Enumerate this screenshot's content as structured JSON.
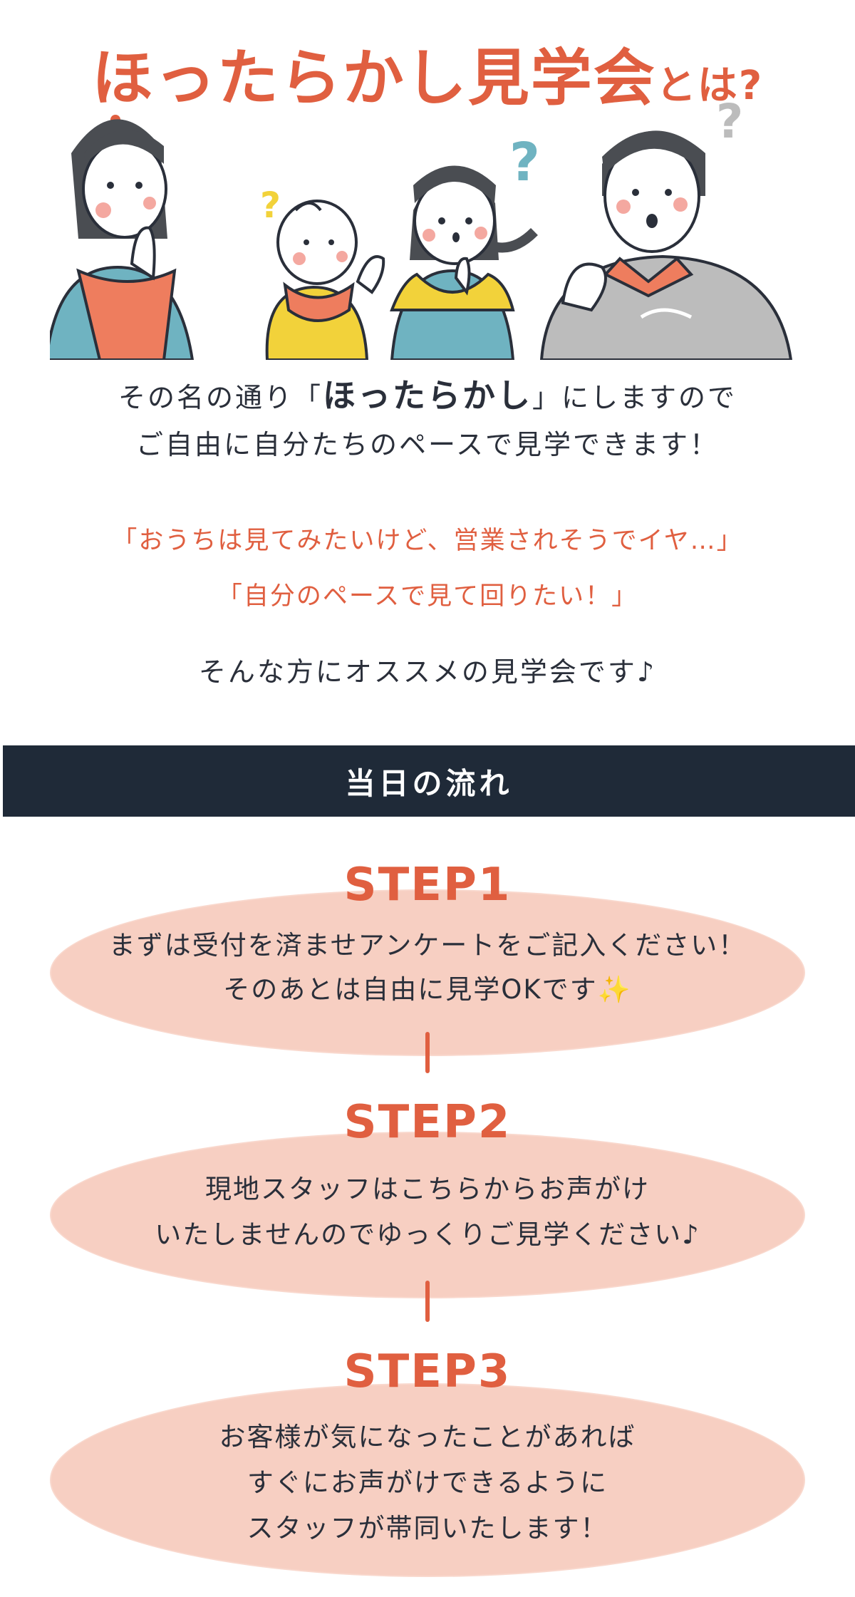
{
  "header": {
    "title_main": "ほったらかし見学会",
    "title_tail": "とは?"
  },
  "intro": {
    "line1_prefix": "その名の通り「",
    "line1_emphasis": "ほったらかし",
    "line1_suffix": "」にしますので",
    "line2": "ご自由に自分たちのペースで見学できます！",
    "quote1": "「おうちは見てみたいけど、営業されそうでイヤ…」",
    "quote2": "「自分のペースで見て回りたい！」",
    "closing": "そんな方にオススメの見学会です♪"
  },
  "flow": {
    "title": "当日の流れ"
  },
  "steps": [
    {
      "label": "STEP1",
      "lines": [
        "まずは受付を済ませアンケートをご記入ください！",
        "そのあとは自由に見学OKです"
      ],
      "sparkle": "✨"
    },
    {
      "label": "STEP2",
      "lines": [
        "現地スタッフはこちらからお声がけ",
        "いたしませんのでゆっくりご見学ください♪"
      ]
    },
    {
      "label": "STEP3",
      "lines": [
        "お客様が気になったことがあれば",
        "すぐにお声がけできるように",
        "スタッフが帯同いたします！"
      ]
    }
  ],
  "icons": {
    "illustration": "family-wondering-illustration",
    "question_marks": [
      "question-mark-icon"
    ]
  },
  "colors": {
    "accent": "#e05f40",
    "text": "#2a2f3a",
    "bar": "#1f2a38",
    "blob": "#f7cfc2",
    "teal": "#6fb3c1",
    "yellow": "#f2d23a",
    "gray": "#bcbcbc"
  }
}
